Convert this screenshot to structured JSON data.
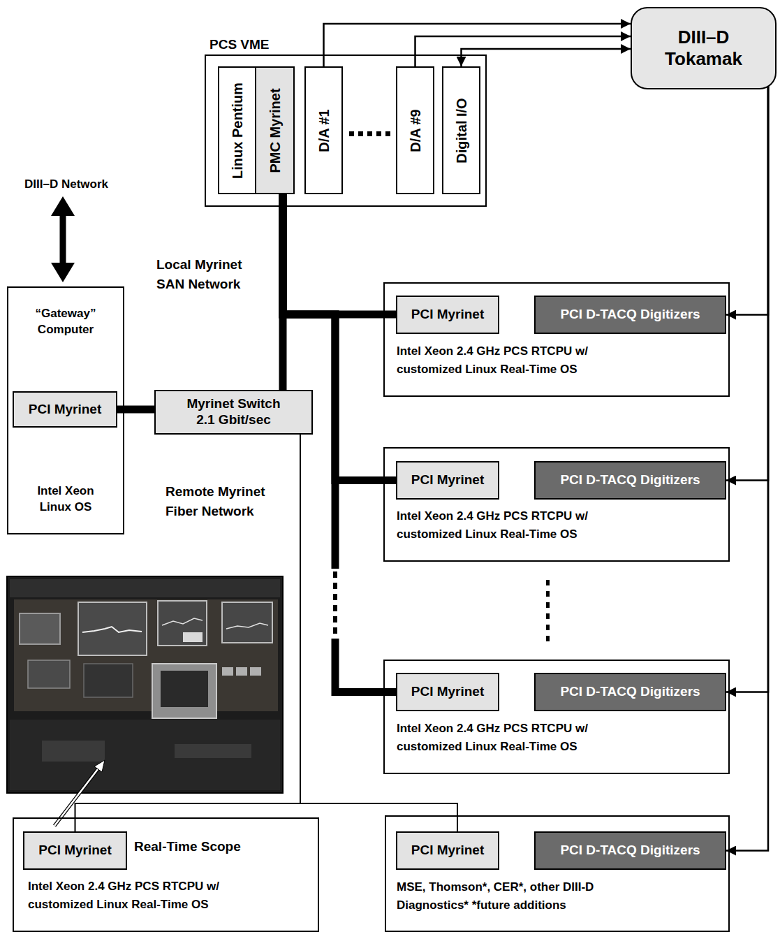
{
  "diagram": {
    "nodes": [
      {
        "text": [
          "PCS VME"
        ]
      },
      {
        "text": [
          "Linux Pentium"
        ],
        "in": 0
      },
      {
        "text": [
          "PMC Myrinet"
        ],
        "in": 0
      },
      {
        "text": [
          "D/A #1"
        ],
        "in": 0
      },
      {
        "text": [
          "D/A #9"
        ],
        "in": 0
      },
      {
        "text": [
          "Digital I/O"
        ],
        "in": 0
      },
      {
        "text": [
          "DIII–D Tokamak"
        ]
      },
      {
        "text": [
          "“Gateway” Computer",
          "Intel Xeon Linux OS"
        ]
      },
      {
        "text": [
          "PCI Myrinet"
        ],
        "in": 7
      },
      {
        "text": [
          "Myrinet Switch 2.1 Gbit/sec"
        ]
      },
      {
        "text": [
          "Intel Xeon 2.4 GHz PCS RTCPU w/ customized Linux Real-Time OS"
        ]
      },
      {
        "text": [
          "PCI Myrinet"
        ],
        "in": 10
      },
      {
        "text": [
          "PCI D-TACQ Digitizers"
        ],
        "in": 10
      },
      {
        "text": [
          "Intel Xeon 2.4 GHz PCS RTCPU w/ customized Linux Real-Time OS"
        ]
      },
      {
        "text": [
          "PCI Myrinet"
        ],
        "in": 13
      },
      {
        "text": [
          "PCI D-TACQ Digitizers"
        ],
        "in": 13
      },
      {
        "text": [
          "Intel Xeon 2.4 GHz PCS RTCPU w/ customized Linux Real-Time OS"
        ]
      },
      {
        "text": [
          "PCI Myrinet"
        ],
        "in": 16
      },
      {
        "text": [
          "PCI D-TACQ Digitizers"
        ],
        "in": 16
      },
      {
        "text": [
          "Real-Time Scope",
          "Intel Xeon 2.4 GHz PCS RTCPU w/ customized Linux Real-Time OS"
        ]
      },
      {
        "text": [
          "PCI Myrinet"
        ],
        "in": 19
      },
      {
        "text": [
          "MSE, Thomson*, CER*, other DIII-D Diagnostics* *future additions"
        ]
      },
      {
        "text": [
          "PCI Myrinet"
        ],
        "in": 21
      },
      {
        "text": [
          "PCI D-TACQ Digitizers"
        ],
        "in": 21
      }
    ],
    "edges": [
      {
        "from": 3,
        "to": 6,
        "arrow": "to"
      },
      {
        "from": 4,
        "to": 6,
        "arrow": "to"
      },
      {
        "from": 5,
        "to": 6,
        "arrow": "both"
      },
      {
        "from": 6,
        "to": 12,
        "arrow": "to"
      },
      {
        "from": 6,
        "to": 15,
        "arrow": "to"
      },
      {
        "from": 6,
        "to": 18,
        "arrow": "to"
      },
      {
        "from": 6,
        "to": 23,
        "arrow": "to"
      },
      {
        "from": 2,
        "to": 9,
        "arrow": "none"
      },
      {
        "from": 2,
        "to": 11,
        "arrow": "none"
      },
      {
        "from": 2,
        "to": 14,
        "arrow": "none"
      },
      {
        "from": 2,
        "to": 17,
        "arrow": "none"
      },
      {
        "from": 9,
        "to": 8,
        "arrow": "none"
      },
      {
        "from": 9,
        "to": 20,
        "arrow": "none"
      },
      {
        "from": 9,
        "to": 22,
        "arrow": "none"
      }
    ],
    "labels": [
      "DIII–D Network",
      "Local Myrinet SAN Network",
      "Remote Myrinet Fiber Network"
    ]
  }
}
